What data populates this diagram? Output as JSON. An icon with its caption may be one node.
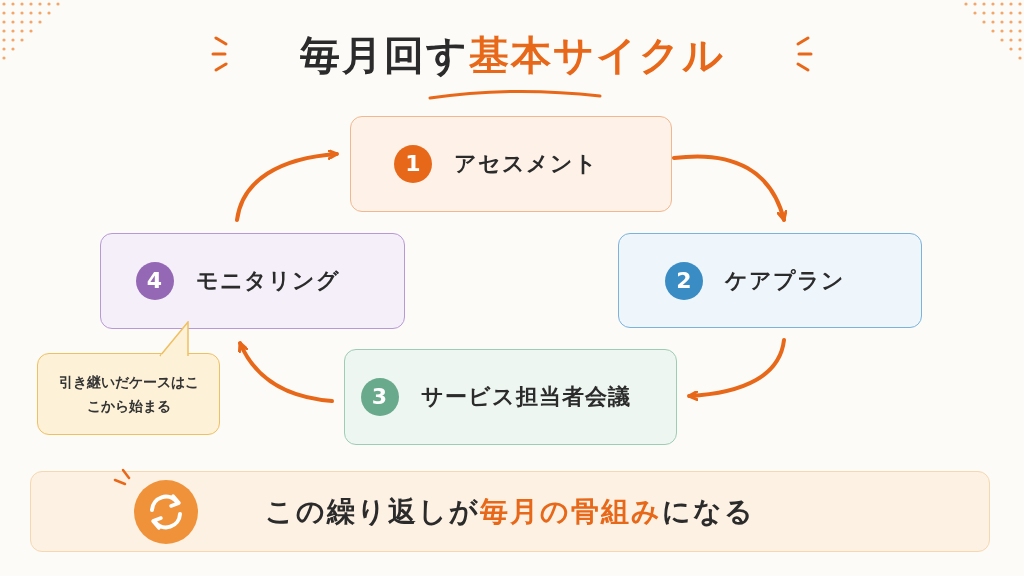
{
  "diagram": {
    "title": "毎月回す**基本サイクル**",
    "nodes": [
      {
        "text": [
          "1",
          "アセスメント"
        ]
      },
      {
        "text": [
          "2",
          "ケアプラン"
        ]
      },
      {
        "text": [
          "3",
          "サービス担当者会議"
        ]
      },
      {
        "text": [
          "4",
          "モニタリング"
        ]
      },
      {
        "text": [
          "引き継いだケースはここから始まる"
        ]
      },
      {
        "text": [
          "この繰り返しが**毎月の骨組み**になる"
        ]
      }
    ],
    "edges": [
      {
        "from": 0,
        "to": 1,
        "arrow": "to"
      },
      {
        "from": 1,
        "to": 2,
        "arrow": "to"
      },
      {
        "from": 2,
        "to": 3,
        "arrow": "to"
      },
      {
        "from": 3,
        "to": 0,
        "arrow": "to"
      }
    ]
  }
}
